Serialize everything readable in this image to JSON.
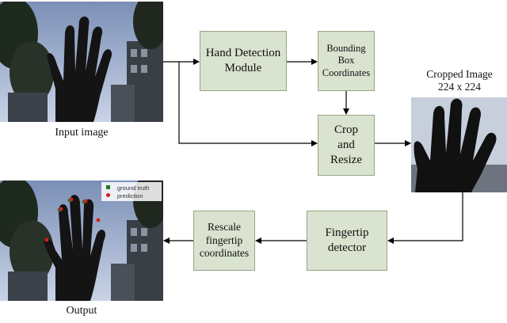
{
  "captions": {
    "input_image": "Input image",
    "cropped_image": "Cropped Image\n224 x 224",
    "output": "Output"
  },
  "boxes": {
    "hand_detection": "Hand Detection\nModule",
    "bounding_box": "Bounding\nBox\nCoordinates",
    "crop_resize": "Crop\nand\nResize",
    "fingertip_detector": "Fingertip\ndetector",
    "rescale": "Rescale\nfingertip\ncoordinates"
  },
  "legend": {
    "ground_truth": "ground truth",
    "prediction": "prediction"
  },
  "colors": {
    "box_fill": "#d9e3cf",
    "ground_truth_marker": "#1f7a2a",
    "prediction_marker": "#d42020"
  }
}
